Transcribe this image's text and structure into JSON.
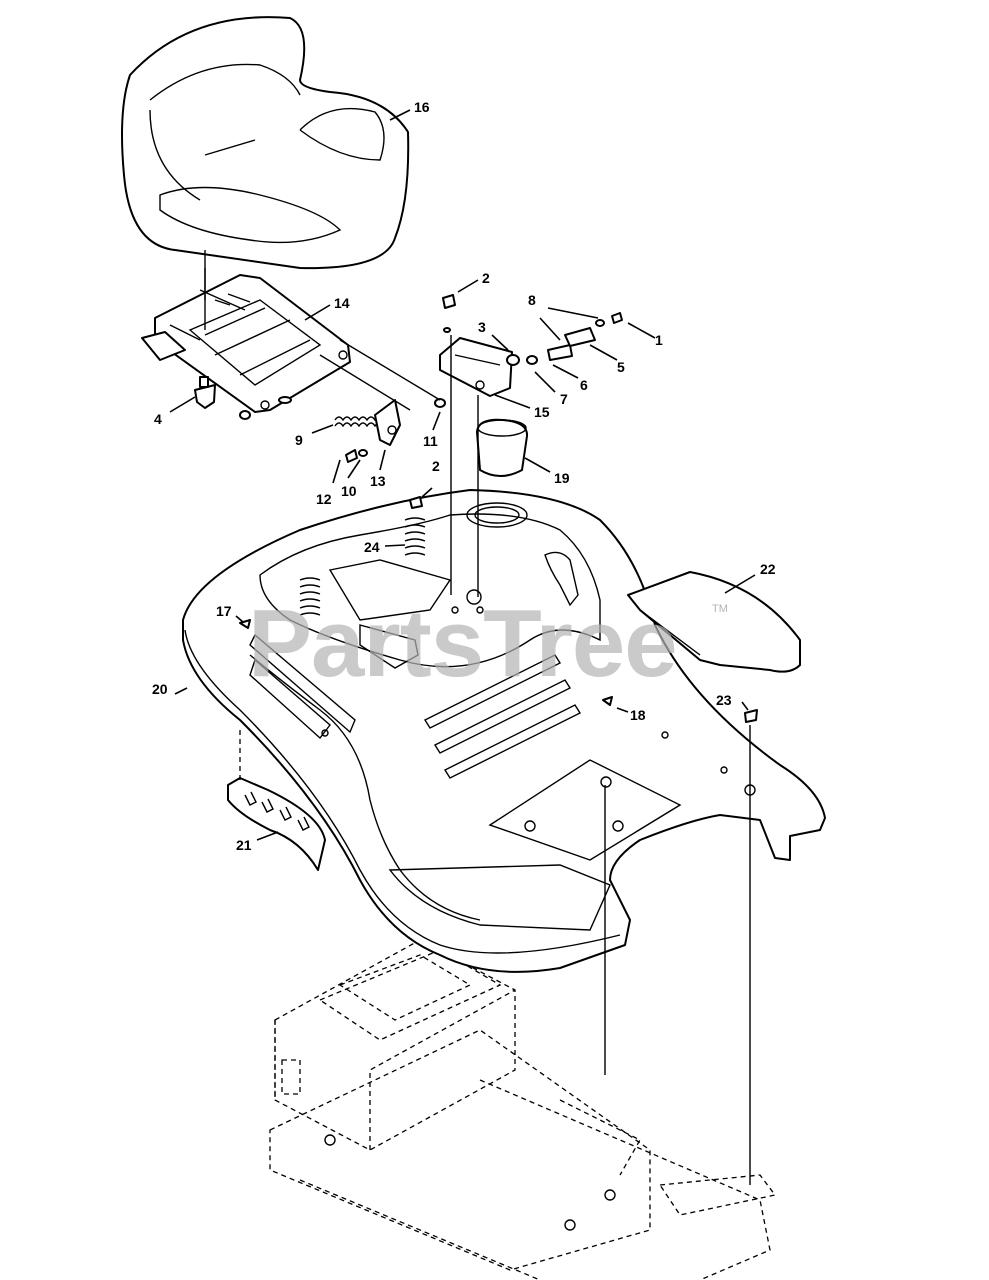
{
  "watermark": {
    "text": "PartsTree",
    "trademark": "TM"
  },
  "callouts": {
    "c1": "1",
    "c2a": "2",
    "c2b": "2",
    "c3": "3",
    "c4": "4",
    "c5": "5",
    "c6": "6",
    "c7": "7",
    "c8": "8",
    "c9": "9",
    "c10": "10",
    "c11": "11",
    "c12": "12",
    "c13": "13",
    "c14": "14",
    "c15": "15",
    "c16": "16",
    "c17": "17",
    "c18": "18",
    "c19": "19",
    "c20": "20",
    "c21": "21",
    "c22": "22",
    "c23": "23",
    "c24": "24"
  }
}
